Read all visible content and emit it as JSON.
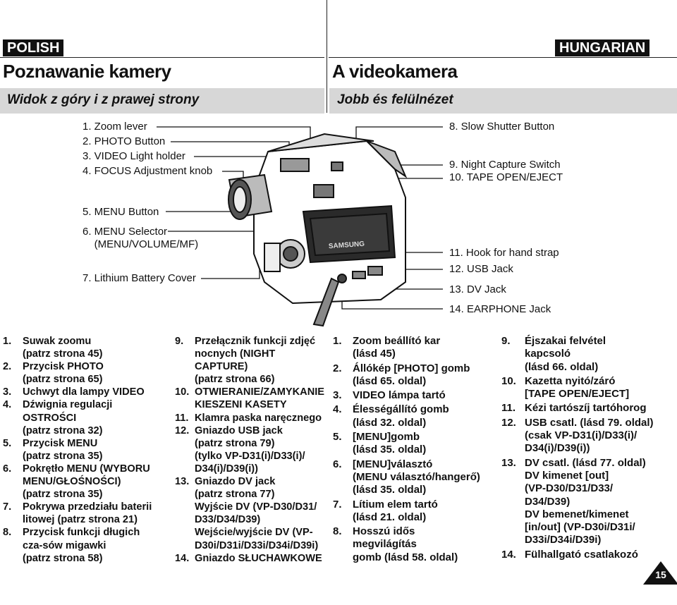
{
  "header": {
    "left_language": "POLISH",
    "right_language": "HUNGARIAN",
    "left_title": "Poznawanie kamery",
    "right_title": "A videokamera",
    "left_subtitle": "Widok z góry i z prawej strony",
    "right_subtitle": "Jobb és felülnézet"
  },
  "diagram": {
    "left_labels": [
      "1. Zoom lever",
      "2. PHOTO Button",
      "3. VIDEO Light holder",
      "4. FOCUS Adjustment knob",
      "5. MENU Button",
      "6. MENU Selector\n    (MENU/VOLUME/MF)",
      "7. Lithium Battery Cover"
    ],
    "right_labels": [
      "8. Slow Shutter Button",
      "9. Night Capture Switch",
      "10. TAPE OPEN/EJECT",
      "11. Hook for hand strap",
      "12. USB Jack",
      "13. DV Jack",
      "14. EARPHONE Jack"
    ],
    "brand_text": "SAMSUNG"
  },
  "polish_col1": [
    {
      "n": "1.",
      "t": "Suwak zoomu\n(patrz strona 45)"
    },
    {
      "n": "2.",
      "t": "Przycisk PHOTO\n(patrz strona 65)"
    },
    {
      "n": "3.",
      "t": "Uchwyt dla lampy VIDEO"
    },
    {
      "n": "4.",
      "t": "Dźwignia regulacji\nOSTROŚCI\n(patrz strona 32)"
    },
    {
      "n": "5.",
      "t": "Przycisk MENU\n(patrz strona 35)"
    },
    {
      "n": "6.",
      "t": "Pokrętło MENU (WYBORU\nMENU/GŁOŚNOŚCI)\n(patrz strona 35)"
    },
    {
      "n": "7.",
      "t": "Pokrywa przedziału baterii\nlitowej (patrz strona 21)"
    },
    {
      "n": "8.",
      "t": "Przycisk funkcji długich\ncza-sów migawki\n(patrz strona 58)"
    }
  ],
  "polish_col2": [
    {
      "n": "9.",
      "t": "Przełącznik funkcji zdjęć\nnocnych (NIGHT\nCAPTURE)\n(patrz strona 66)"
    },
    {
      "n": "10.",
      "t": "OTWIERANIE/ZAMYKANIE\nKIESZENI KASETY"
    },
    {
      "n": "11.",
      "t": "Klamra paska naręcznego"
    },
    {
      "n": "12.",
      "t": "Gniazdo USB jack\n(patrz strona 79)\n(tylko VP-D31(i)/D33(i)/\nD34(i)/D39(i))"
    },
    {
      "n": "13.",
      "t": "Gniazdo DV jack\n(patrz strona 77)\nWyjście DV (VP-D30/D31/\nD33/D34/D39)\nWejście/wyjście DV (VP-\nD30i/D31i/D33i/D34i/D39i)"
    },
    {
      "n": "14.",
      "t": "Gniazdo SŁUCHAWKOWE"
    }
  ],
  "hungarian_col1": [
    {
      "n": "1.",
      "t": "Zoom beállító kar\n(lásd 45)"
    },
    {
      "n": "2.",
      "t": "Állókép [PHOTO] gomb\n(lásd 65. oldal)"
    },
    {
      "n": "3.",
      "t": "VIDEO lámpa tartó"
    },
    {
      "n": "4.",
      "t": "Élességállító gomb\n(lásd 32. oldal)"
    },
    {
      "n": "5.",
      "t": "[MENU]gomb\n(lásd 35. oldal)"
    },
    {
      "n": "6.",
      "t": "[MENU]választó\n(MENU választó/hangerő)\n(lásd 35. oldal)"
    },
    {
      "n": "7.",
      "t": "Lítium elem tartó\n(lásd 21. oldal)"
    },
    {
      "n": "8.",
      "t": "Hosszú idős\nmegvilágítás\ngomb (lásd 58. oldal)"
    }
  ],
  "hungarian_col2": [
    {
      "n": "9.",
      "t": "Éjszakai felvétel\nkapcsoló\n(lásd 66. oldal)"
    },
    {
      "n": "10.",
      "t": "Kazetta nyitó/záró\n[TAPE OPEN/EJECT]"
    },
    {
      "n": "11.",
      "t": "Kézi tartószíj tartóhorog"
    },
    {
      "n": "12.",
      "t": "USB csatl. (lásd 79. oldal)\n(csak VP-D31(i)/D33(i)/\nD34(i)/D39(i))"
    },
    {
      "n": "13.",
      "t": "DV csatl. (lásd 77. oldal)\nDV kimenet [out]\n(VP-D30/D31/D33/\nD34/D39)\nDV bemenet/kimenet\n[in/out] (VP-D30i/D31i/\nD33i/D34i/D39i)"
    },
    {
      "n": "14.",
      "t": "Fülhallgató csatlakozó"
    }
  ],
  "page_number": "15"
}
